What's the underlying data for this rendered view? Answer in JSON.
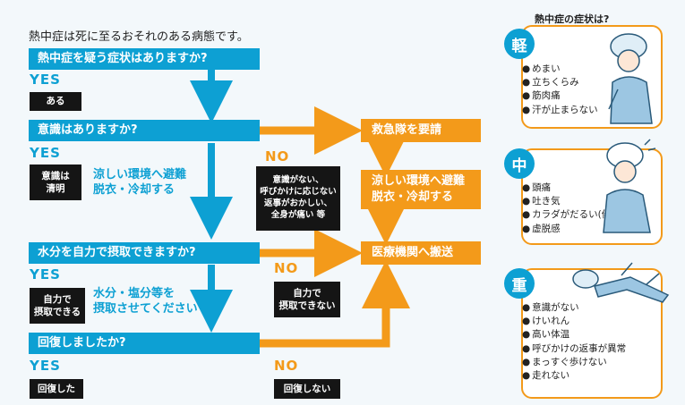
{
  "intro": "熱中症は死に至るおそれのある病態です。",
  "questions": {
    "q1": "熱中症を疑う症状はありますか?",
    "q2": "意識はありますか?",
    "q3": "水分を自力で摂取できますか?",
    "q4": "回復しましたか?"
  },
  "yes_label": "YES",
  "no_label": "NO",
  "boxes": {
    "aru": "ある",
    "ishiki_seimei": "意識は\n清明",
    "jiriki_dekiru": "自力で\n摂取できる",
    "kaifuku_shita": "回復した",
    "no_conscious": "意識がない、\n呼びかけに応じない\n返事がおかしい、\n全身が痛い 等",
    "jiriki_dekinai": "自力で\n摂取できない",
    "kaifuku_shinai": "回復しない"
  },
  "blue_texts": {
    "cool_down": "涼しい環境へ避難\n脱衣・冷却する",
    "water_salt": "水分・塩分等を\n摂取させてください"
  },
  "orange_actions": {
    "call_ambulance": "救急隊を要請",
    "cool_down": "涼しい環境へ避難\n脱衣・冷却する",
    "transport": "医療機関へ搬送"
  },
  "symptoms": {
    "title": "熱中症の症状は?",
    "mild": {
      "badge": "軽",
      "items": [
        "めまい",
        "立ちくらみ",
        "筋肉痛",
        "汗が止まらない"
      ]
    },
    "moderate": {
      "badge": "中",
      "items": [
        "頭痛",
        "吐き気",
        "カラダがだるい(倦怠感)",
        "虚脱感"
      ]
    },
    "severe": {
      "badge": "重",
      "items": [
        "意識がない",
        "けいれん",
        "高い体温",
        "呼びかけの返事が異常",
        "まっすぐ歩けない",
        "走れない"
      ]
    }
  },
  "colors": {
    "blue": "#0da0d3",
    "orange": "#f39a1a",
    "black": "#151515"
  }
}
